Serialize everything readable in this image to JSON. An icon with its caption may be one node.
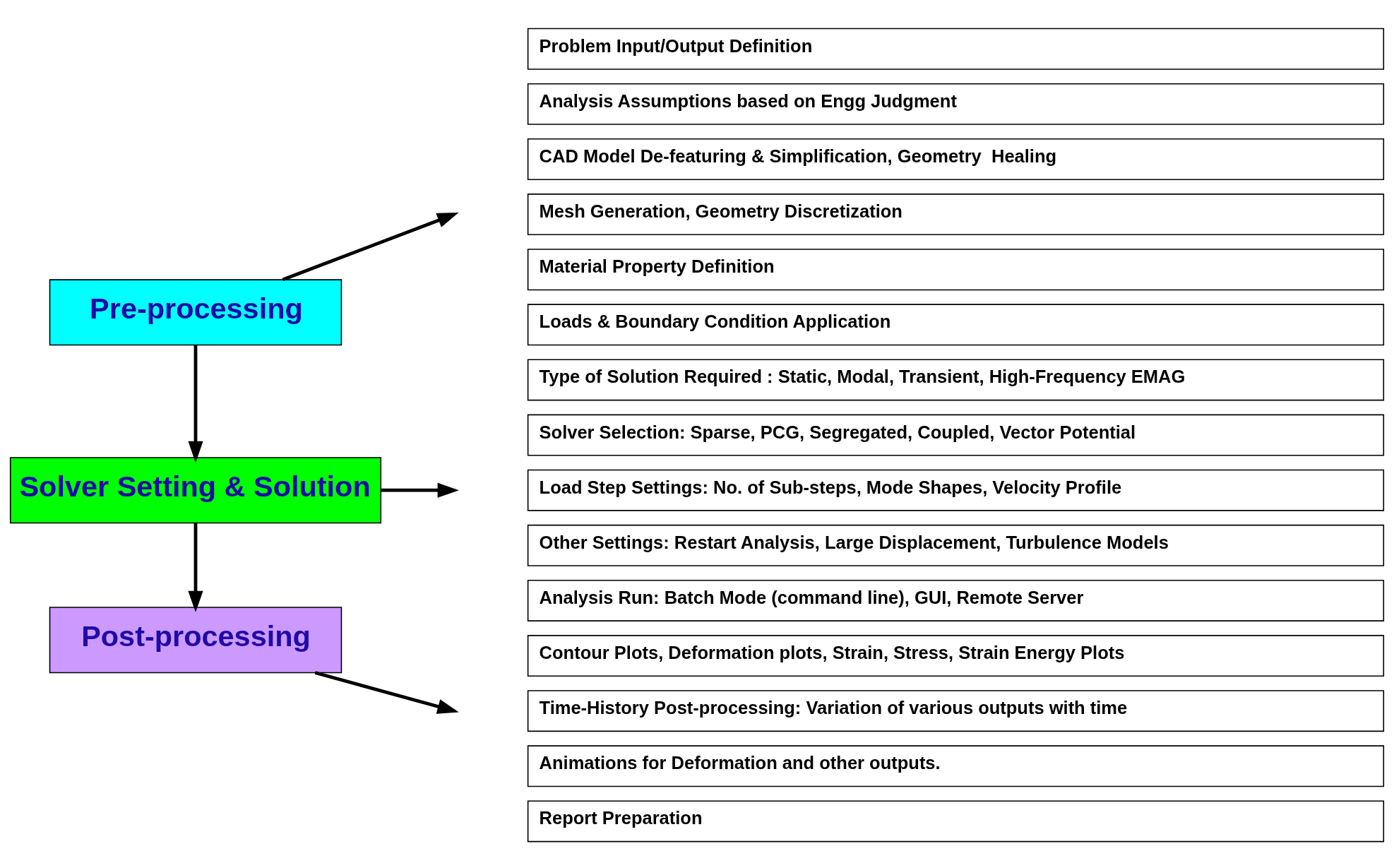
{
  "diagram": {
    "nodes": [
      {
        "text": [
          "Pre-processing"
        ]
      },
      {
        "text": [
          "Problem Input/Output Definition"
        ]
      },
      {
        "text": [
          "Analysis Assumptions based on Engg Judgment"
        ]
      },
      {
        "text": [
          "CAD Model De-featuring & Simplification, Geometry  Healing"
        ]
      },
      {
        "text": [
          "Mesh Generation, Geometry Discretization"
        ]
      },
      {
        "text": [
          "Material Property Definition"
        ]
      },
      {
        "text": [
          "Loads & Boundary Condition Application"
        ]
      },
      {
        "text": [
          "Solver Setting & Solution"
        ]
      },
      {
        "text": [
          "Type of Solution Required : Static, Modal, Transient, High-Frequency EMAG"
        ]
      },
      {
        "text": [
          "Solver Selection: Sparse, PCG, Segregated, Coupled, Vector Potential"
        ]
      },
      {
        "text": [
          "Load Step Settings: No. of Sub-steps, Mode Shapes, Velocity Profile"
        ]
      },
      {
        "text": [
          "Other Settings: Restart Analysis, Large Displacement, Turbulence Models"
        ]
      },
      {
        "text": [
          "Analysis Run: Batch Mode (command line), GUI, Remote Server"
        ]
      },
      {
        "text": [
          "Post-processing"
        ]
      },
      {
        "text": [
          "Contour Plots, Deformation plots, Strain, Stress, Strain Energy Plots"
        ]
      },
      {
        "text": [
          "Time-History Post-processing: Variation of various outputs with time"
        ]
      },
      {
        "text": [
          "Animations for Deformation and other outputs."
        ]
      },
      {
        "text": [
          "Report Preparation"
        ]
      }
    ],
    "edges": [
      {
        "from": 0,
        "to": 7,
        "arrow": "to"
      },
      {
        "from": 7,
        "to": 13,
        "arrow": "to"
      },
      {
        "from": 0,
        "to": null,
        "arrow": "to"
      },
      {
        "from": 7,
        "to": null,
        "arrow": "to"
      },
      {
        "from": 13,
        "to": null,
        "arrow": "to"
      }
    ]
  }
}
